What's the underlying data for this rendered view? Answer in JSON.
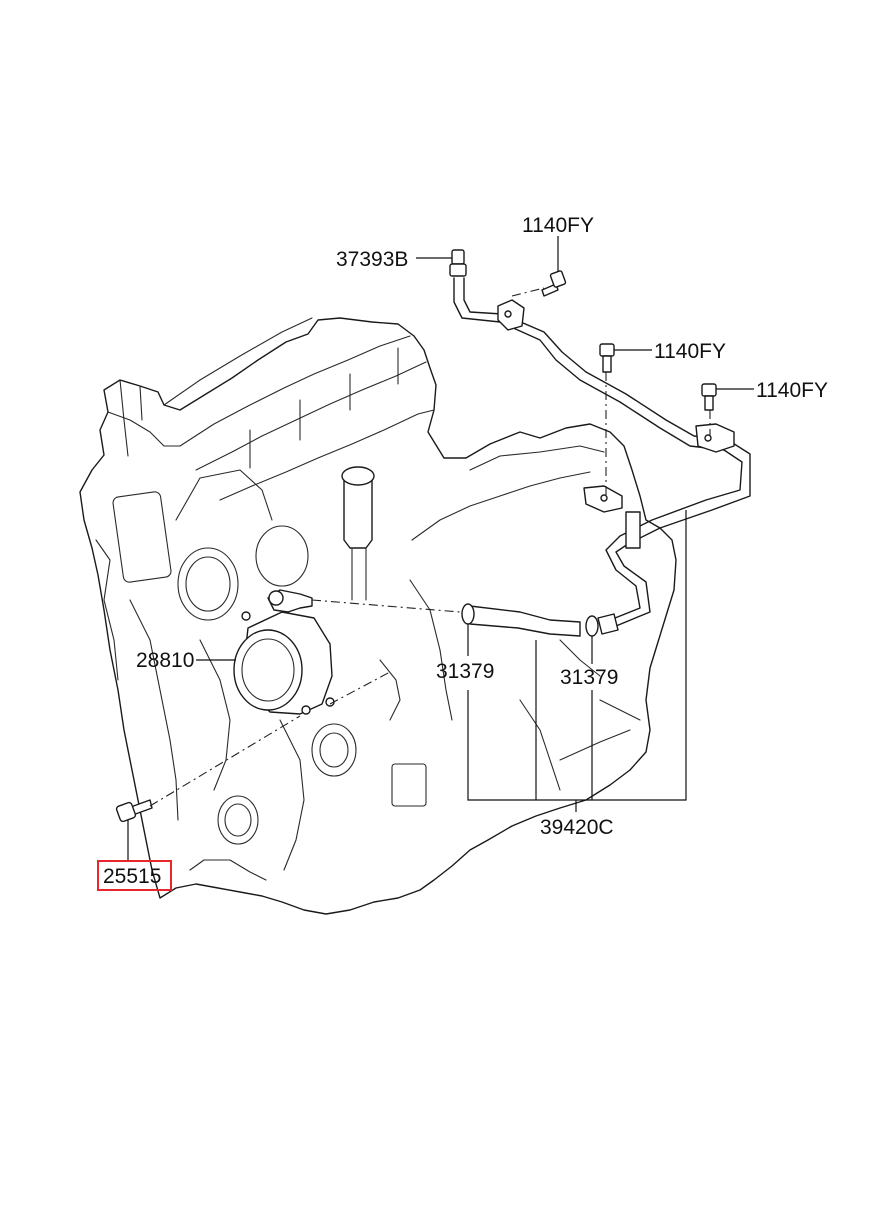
{
  "callouts": {
    "c37393b": "37393B",
    "c1140fy_top": "1140FY",
    "c1140fy_mid": "1140FY",
    "c1140fy_right": "1140FY",
    "c28810": "28810",
    "c31379_left": "31379",
    "c31379_right": "31379",
    "c39420c": "39420C",
    "c25515": "25515"
  },
  "colors": {
    "highlight": "#e8262c",
    "line": "#1a1a1a"
  }
}
